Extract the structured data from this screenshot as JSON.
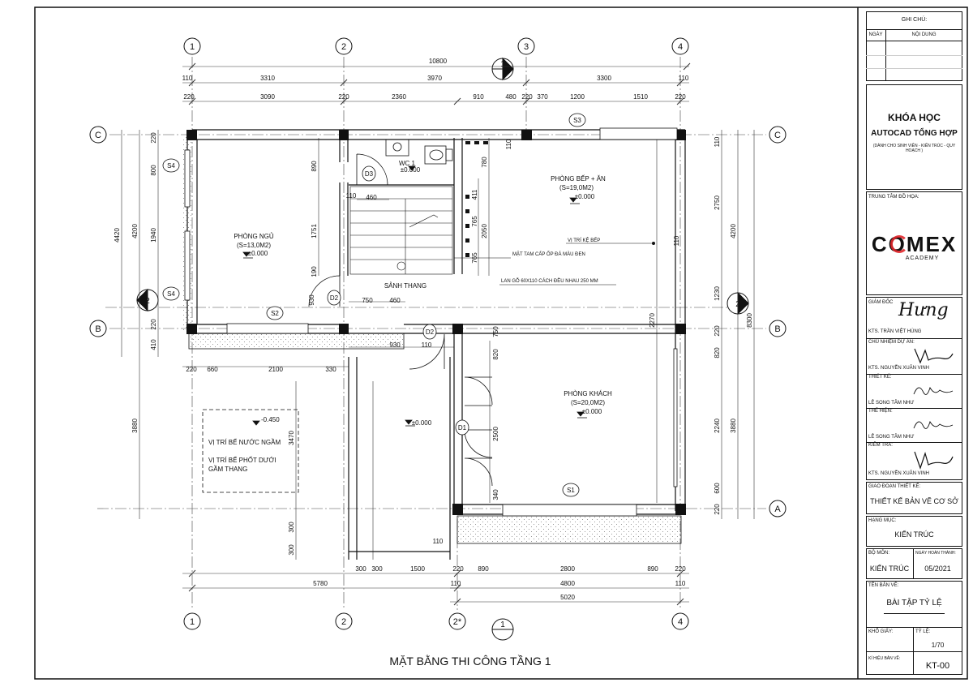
{
  "drawing_title": "MẶT BẰNG THI CÔNG TẦNG 1",
  "axes": {
    "num": [
      "1",
      "2",
      "3",
      "4",
      "2*"
    ],
    "letters": [
      "A",
      "B",
      "C"
    ]
  },
  "section_marks": [
    "1",
    "2"
  ],
  "dims": {
    "top_total": "10800",
    "top_row2": [
      "110",
      "3310",
      "3970",
      "3300",
      "110"
    ],
    "top_row3": [
      "220",
      "3090",
      "220",
      "2360",
      "910",
      "480",
      "220",
      "370",
      "1200",
      "1510",
      "220"
    ],
    "bottom_row1": [
      "300",
      "300",
      "1500",
      "220",
      "890",
      "2800",
      "890",
      "220"
    ],
    "bottom_total_left": "5780",
    "bottom_mid": [
      "110",
      "4800",
      "110"
    ],
    "bottom_total": "5020",
    "left_outer": "4420",
    "left_mid": [
      "220",
      "800",
      "1940",
      "220",
      "410"
    ],
    "left_inner": [
      "4200",
      "3880"
    ],
    "right_outer": "8300",
    "right_mid": [
      "110",
      "2750",
      "4200",
      "1230",
      "220",
      "820",
      "2240",
      "600",
      "220",
      "3880"
    ],
    "misc": [
      "890",
      "1751",
      "190",
      "2050",
      "411",
      "765",
      "765",
      "780",
      "110",
      "110",
      "2270",
      "820",
      "2500",
      "340",
      "3470",
      "300",
      "300",
      "110",
      "220",
      "660",
      "2100",
      "330",
      "750",
      "460",
      "930",
      "750",
      "460",
      "930",
      "110",
      "110"
    ]
  },
  "rooms": [
    {
      "name": "PHÒNG NGỦ",
      "area": "(S=13,0M2)",
      "level": "±0.000"
    },
    {
      "name": "PHÒNG BẾP + ĂN",
      "area": "(S=19,0M2)",
      "level": "±0.000"
    },
    {
      "name": "PHÒNG KHÁCH",
      "area": "(S=20,0M2)",
      "level": "±0.000"
    },
    {
      "name": "WC 1",
      "area": "",
      "level": "±0.000"
    },
    {
      "name": "SẢNH THANG",
      "area": "",
      "level": ""
    },
    {
      "name": "",
      "area": "",
      "level": "±0.000"
    }
  ],
  "tags": [
    "S1",
    "S2",
    "S3",
    "S4",
    "S4",
    "D1",
    "D2",
    "D2",
    "D3"
  ],
  "notes": [
    "VỊ TRÍ KỆ BẾP",
    "MẶT TAM CẤP ỐP ĐÁ MÀU ĐEN",
    "LAN GỖ 60X110 CÁCH ĐỀU NHAU 250 MM"
  ],
  "tank_box": {
    "level": "-0.450",
    "line1": "VỊ TRÍ BỂ NƯỚC NGẦM",
    "line2": "VỊ TRÍ BỂ PHỐT DƯỚI",
    "line3": "GẦM THANG"
  },
  "title_block": {
    "notes_header": "GHI CHÚ:",
    "col_date": "NGÀY",
    "col_content": "NỘI DUNG",
    "course_line1": "KHÓA HỌC",
    "course_line2": "AUTOCAD TỔNG HỢP",
    "course_sub": "(DÀNH CHO SINH VIÊN - KIẾN TRÚC - QUY HOẠCH )",
    "center_label": "TRUNG TÂM ĐỒ HỌA:",
    "logo_text": "COMEX",
    "logo_sub": "ACADEMY",
    "director_label": "GIÁM ĐỐC",
    "signature_director": "Hưng",
    "director_name": "KTS. TRẦN VIỆT HÙNG",
    "pm_label": "CHỦ NHIỆM DỰ ÁN:",
    "pm_name": "KTS. NGUYỄN XUÂN VINH",
    "designer_label": "THIẾT KẾ:",
    "designer_name": "LÊ SONG TÂM NHƯ",
    "drafter_label": "THỂ HIỆN:",
    "drafter_name": "LÊ SONG TÂM NHƯ",
    "checker_label": "KIỂM TRA:",
    "checker_name": "KTS. NGUYỄN XUÂN VINH",
    "phase_label": "GIAO ĐOẠN THIẾT KẾ:",
    "phase_value": "THIẾT KẾ BẢN VẼ CƠ SỞ",
    "category_label": "HẠNG MỤC:",
    "category_value": "KIẾN TRÚC",
    "dept_label": "BỘ MÔN:",
    "dept_value": "KIẾN TRÚC",
    "finish_label": "NGÀY HOÀN THÀNH:",
    "finish_value": "05/2021",
    "sheet_name_label": "TÊN BẢN VẼ:",
    "sheet_name_value": "BÀI TẬP TỶ LỆ",
    "paper_label": "KHỔ GIẤY:",
    "scale_label": "TỶ LỆ:",
    "scale_value": "1/70",
    "code_label": "KÍ HIỆU BẢN VẼ:",
    "code_value": "KT-00"
  },
  "colors": {
    "line": "#111111",
    "hatch": "#777777",
    "logo_accent": "#e0262b"
  }
}
